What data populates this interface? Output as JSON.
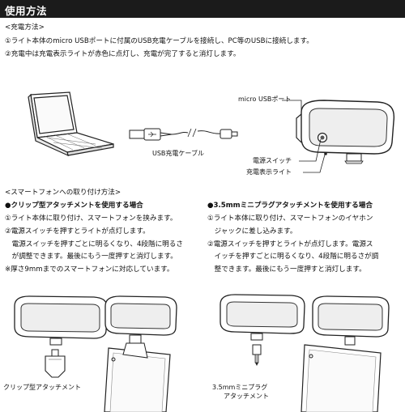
{
  "header": {
    "title": "使用方法"
  },
  "charging": {
    "heading": "<充電方法>",
    "steps": [
      "①ライト本体のmicro USBポートに付属のUSB充電ケーブルを接続し、PC等のUSBに接続します。",
      "②充電中は充電表示ライトが赤色に点灯し、充電が完了すると消灯します。"
    ],
    "labels": {
      "micro_usb_port": "micro USBポート",
      "usb_cable": "USB充電ケーブル",
      "power_switch": "電源スイッチ",
      "charge_light": "充電表示ライト"
    }
  },
  "mounting": {
    "heading": "<スマートフォンへの取り付け方法>",
    "clip": {
      "title": "●クリップ型アタッチメントを使用する場合",
      "lines": [
        "①ライト本体に取り付け、スマートフォンを挟みます。",
        "②電源スイッチを押すとライトが点灯します。",
        "　電源スイッチを押すごとに明るくなり、4段階に明るさ",
        "　が調整できます。最後にもう一度押すと消灯します。",
        "※厚さ9mmまでのスマートフォンに対応しています。"
      ],
      "label": "クリップ型アタッチメント"
    },
    "plug": {
      "title": "●3.5mmミニプラグアタッチメントを使用する場合",
      "lines": [
        "①ライト本体に取り付け、スマートフォンのイヤホン",
        "　ジャックに差し込みます。",
        "②電源スイッチを押すとライトが点灯します。電源ス",
        "　イッチを押すごとに明るくなり、4段階に明るさが調",
        "　整できます。最後にもう一度押すと消灯します。"
      ],
      "label_line1": "3.5mmミニプラグ",
      "label_line2": "アタッチメント"
    }
  }
}
